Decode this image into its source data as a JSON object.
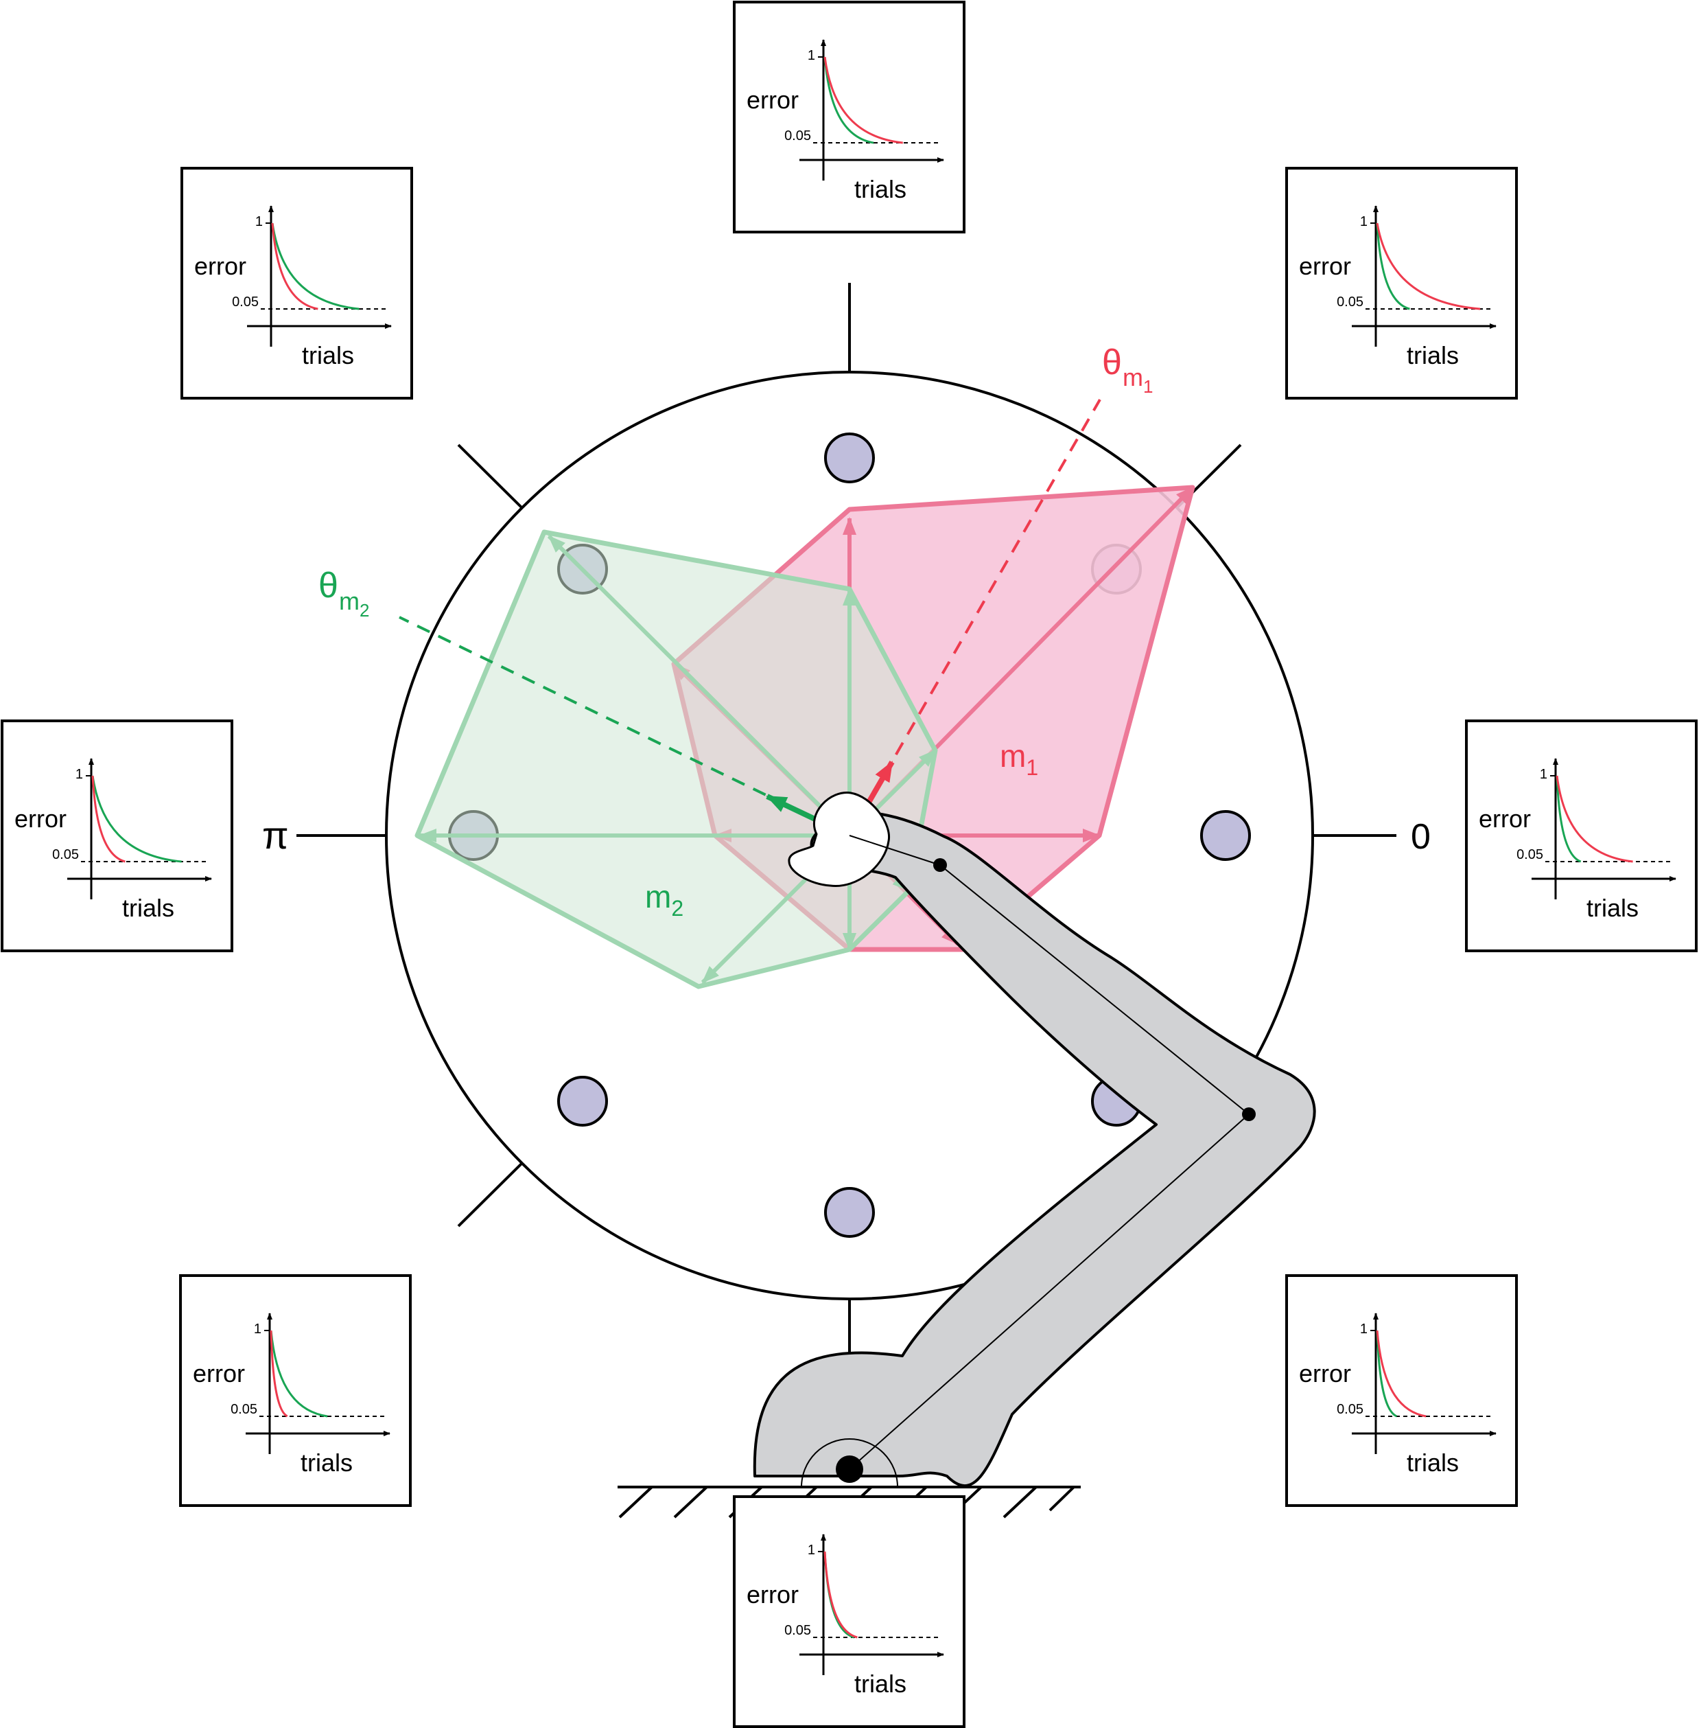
{
  "angle_labels": {
    "zero": "0",
    "pi": "π"
  },
  "muscles": {
    "m1": {
      "name": "m",
      "sub": "1",
      "theta": "θ",
      "color": "#ee3b4e",
      "fill": "#f7c4d9",
      "edge": "#ed7897"
    },
    "m2": {
      "name": "m",
      "sub": "2",
      "theta": "θ",
      "color": "#19a554",
      "fill": "#dff0e4",
      "edge": "#9fd6b1"
    }
  },
  "targets": {
    "count": 8,
    "fill": "#c0bedc"
  },
  "panels": [
    {
      "id": "dir-0",
      "ylabel": "error",
      "xlabel": "trials",
      "ytick_top": "1",
      "ytick_threshold": "0.05",
      "red_end": 0.7,
      "green_end": 0.22
    },
    {
      "id": "dir-45",
      "ylabel": "error",
      "xlabel": "trials",
      "ytick_top": "1",
      "ytick_threshold": "0.05",
      "red_end": 0.95,
      "green_end": 0.3
    },
    {
      "id": "dir-90",
      "ylabel": "error",
      "xlabel": "trials",
      "ytick_top": "1",
      "ytick_threshold": "0.05",
      "red_end": 0.72,
      "green_end": 0.45
    },
    {
      "id": "dir-135",
      "ylabel": "error",
      "xlabel": "trials",
      "ytick_top": "1",
      "ytick_threshold": "0.05",
      "red_end": 0.42,
      "green_end": 0.8
    },
    {
      "id": "dir-180",
      "ylabel": "error",
      "xlabel": "trials",
      "ytick_top": "1",
      "ytick_threshold": "0.05",
      "red_end": 0.3,
      "green_end": 0.82
    },
    {
      "id": "dir-225",
      "ylabel": "error",
      "xlabel": "trials",
      "ytick_top": "1",
      "ytick_threshold": "0.05",
      "red_end": 0.15,
      "green_end": 0.52
    },
    {
      "id": "dir-270",
      "ylabel": "error",
      "xlabel": "trials",
      "ytick_top": "1",
      "ytick_threshold": "0.05",
      "red_end": 0.3,
      "green_end": 0.27
    },
    {
      "id": "dir-315",
      "ylabel": "error",
      "xlabel": "trials",
      "ytick_top": "1",
      "ytick_threshold": "0.05",
      "red_end": 0.45,
      "green_end": 0.18
    }
  ]
}
